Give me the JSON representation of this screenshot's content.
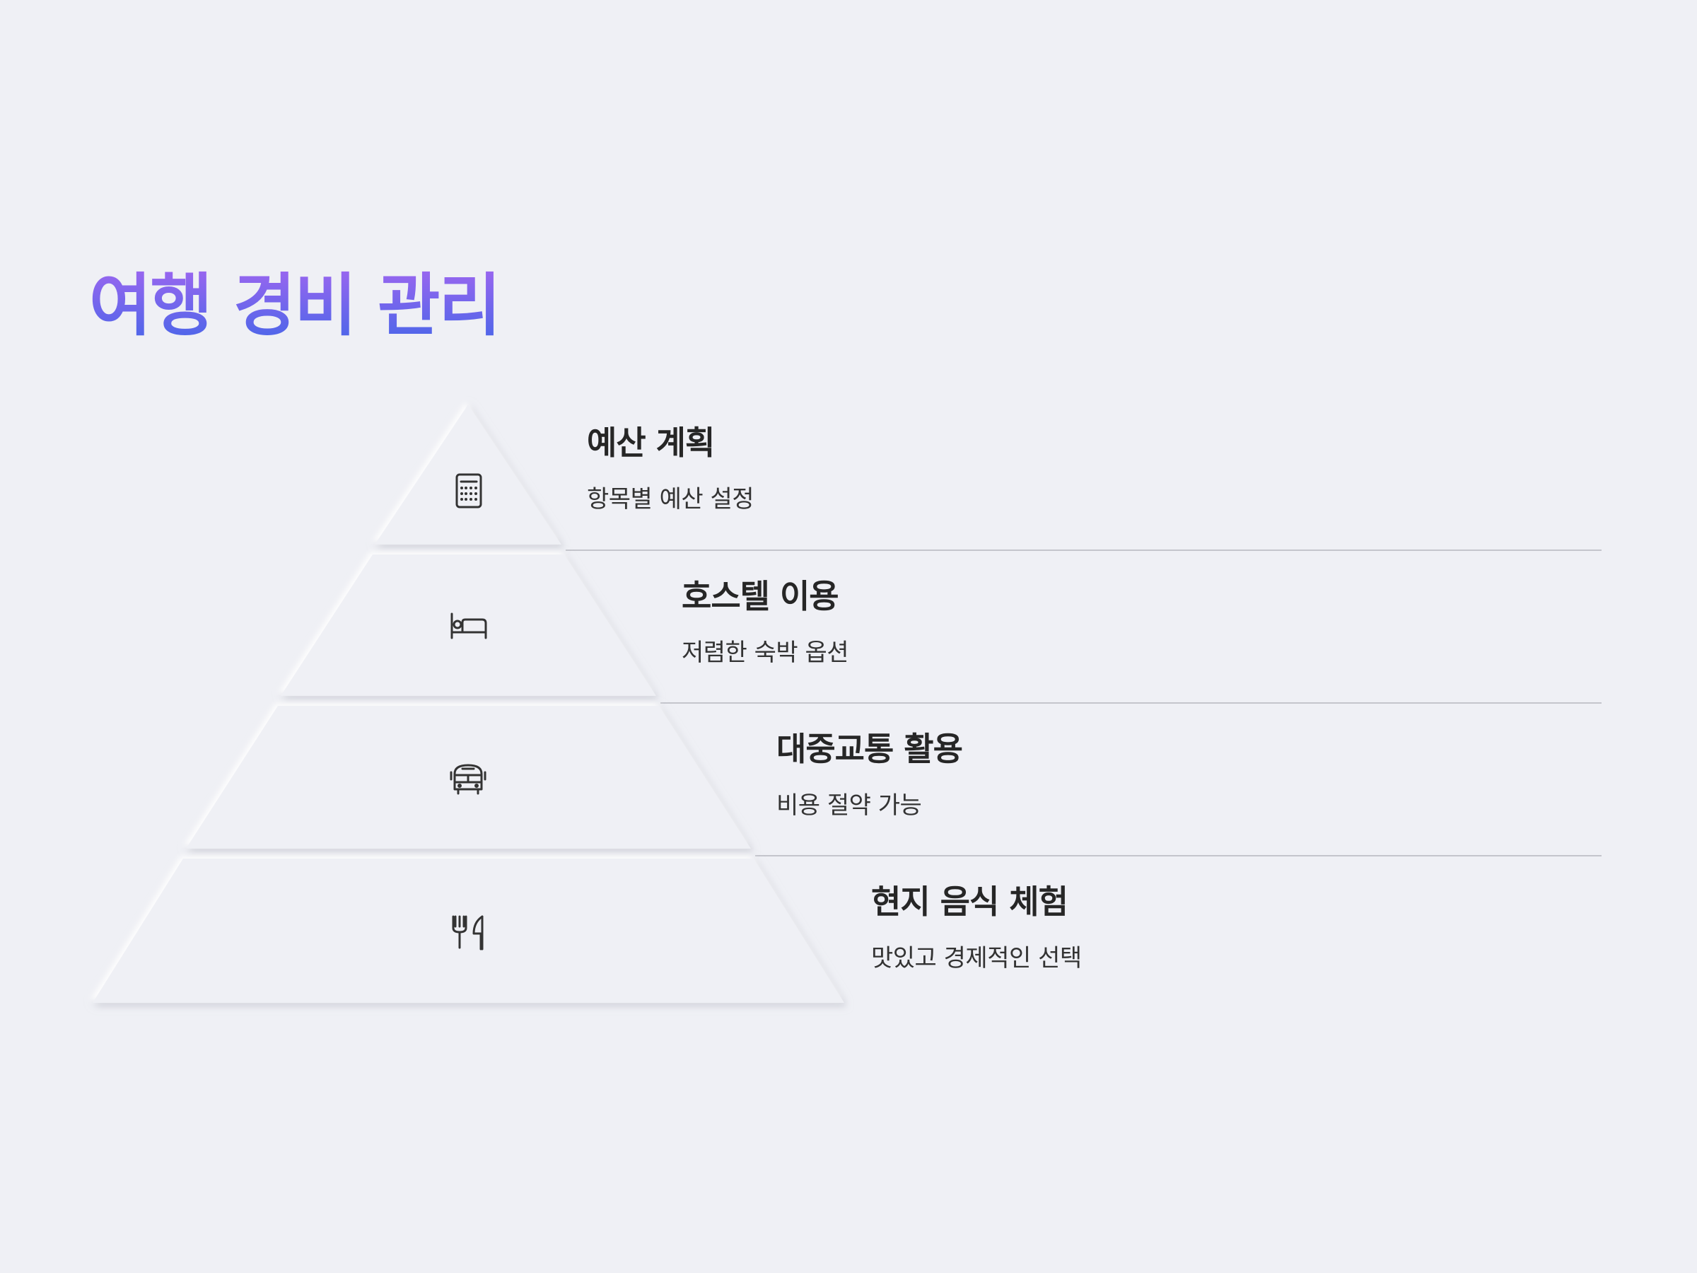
{
  "slide": {
    "title": "여행 경비 관리",
    "title_gradient": [
      "#a066f0",
      "#4466e8"
    ],
    "background": "#eff0f5",
    "text_color": "#262626",
    "divider_color": "#c4c5cc"
  },
  "levels": [
    {
      "title": "예산 계획",
      "description": "항목별 예산 설정",
      "icon": "calculator-icon"
    },
    {
      "title": "호스텔 이용",
      "description": "저렴한 숙박 옵션",
      "icon": "bed-icon"
    },
    {
      "title": "대중교통 활용",
      "description": "비용 절약 가능",
      "icon": "bus-icon"
    },
    {
      "title": "현지 음식 체험",
      "description": "맛있고 경제적인 선택",
      "icon": "fork-knife-icon"
    }
  ]
}
